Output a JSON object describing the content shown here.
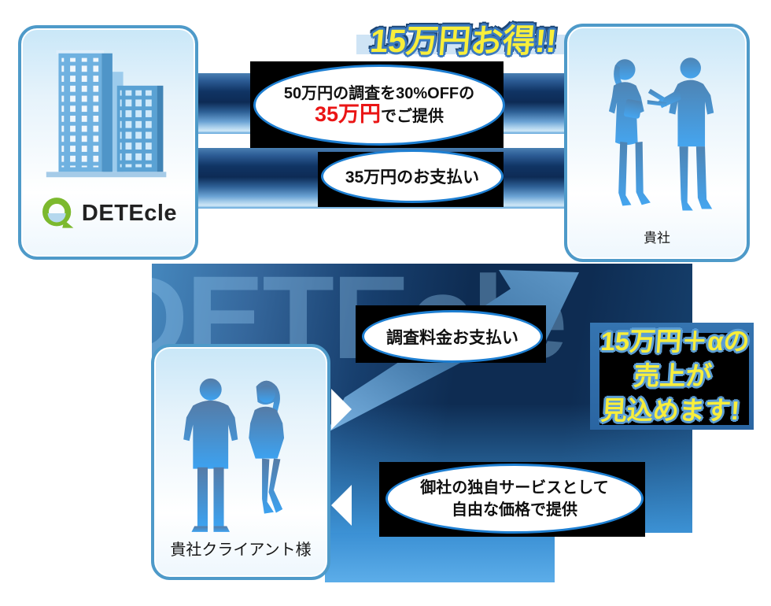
{
  "watermark_text": "DETEcle",
  "colors": {
    "bubble_border_blue": "#1e7fd2",
    "navy_core": "#0e2c52",
    "highlight_yellow": "#f8ee3b",
    "price_red": "#ea1515",
    "logo_green": "#7cb92e",
    "card_border_blue": "#4e9ac9"
  },
  "entities": {
    "detecle": {
      "logo_text": "DETEcle"
    },
    "kisha": {
      "label": "貴社"
    },
    "client": {
      "label": "貴社クライアント様"
    }
  },
  "callouts": {
    "savings_badge": "15万円お得!!",
    "offer_line1": "50万円の調査を30%OFFの",
    "offer_price": "35万円",
    "offer_suffix": "でご提供",
    "payment_bubble": "35万円のお支払い",
    "client_payment_bubble": "調査料金お支払い",
    "service_line1": "御社の独自サービスとして",
    "service_line2": "自由な価格で提供",
    "profit_line1": "15万円＋αの",
    "profit_line2": "売上が",
    "profit_line3": "見込めます!"
  }
}
